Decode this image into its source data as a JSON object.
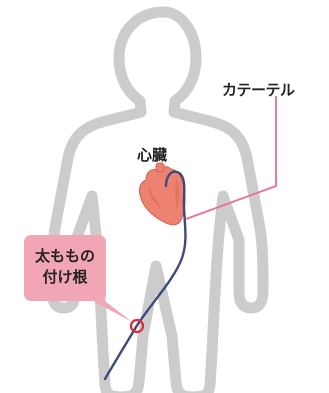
{
  "labels": {
    "catheter": "カテーテル",
    "heart": "心臓",
    "insertion_site_line1": "太ももの",
    "insertion_site_line2": "付け根"
  },
  "colors": {
    "body_outline": "#cccccc",
    "catheter": "#3d4a7a",
    "heart": "#ee8270",
    "heart_shadow": "#d6604f",
    "callout": "#f2a5b5",
    "pointer_line": "#ea6f92",
    "insertion_marker": "#e0283c"
  }
}
